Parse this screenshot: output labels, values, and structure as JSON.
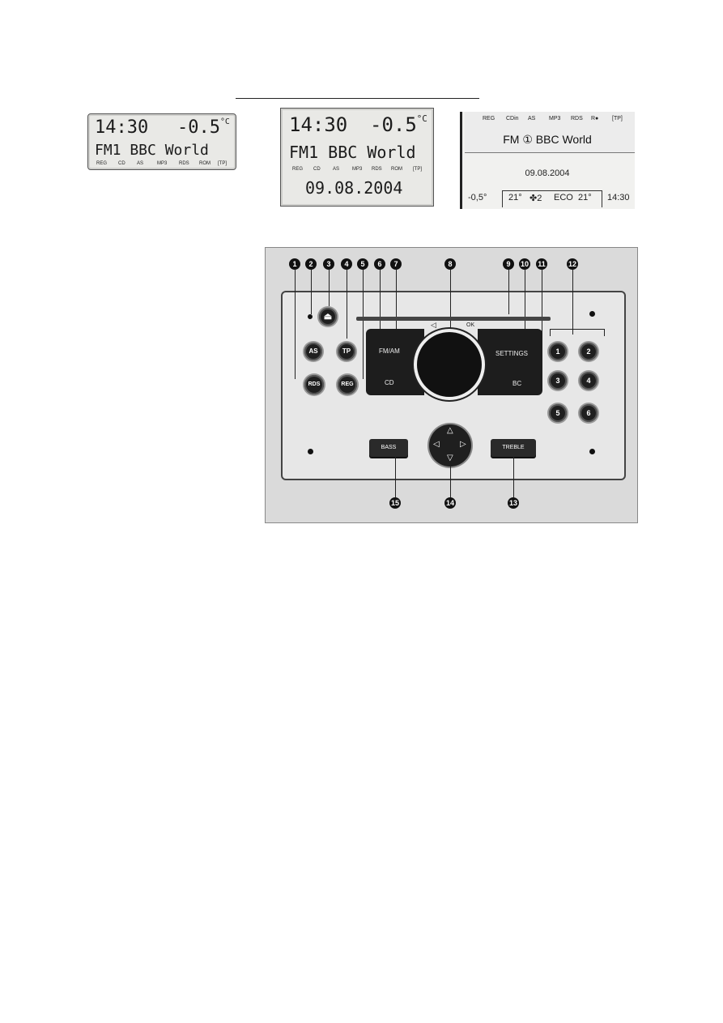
{
  "display1": {
    "time": "14:30",
    "temp": "-0.5",
    "unit": "°C",
    "line2": "FM1 BBC World",
    "indicators": [
      "REG",
      "CD",
      "AS",
      "MP3",
      "RDS",
      "ROM",
      "[TP]"
    ]
  },
  "display2": {
    "time": "14:30",
    "temp": "-0.5",
    "unit": "°C",
    "line2": "FM1 BBC World",
    "indicators": [
      "REG",
      "CD",
      "AS",
      "MP3",
      "RDS",
      "ROM",
      "[TP]"
    ],
    "date": "09.08.2004"
  },
  "display3": {
    "indicators": [
      "REG",
      "CDin",
      "AS",
      "MP3",
      "RDS",
      "R●",
      "[TP]"
    ],
    "station": "FM ① BBC World",
    "date": "09.08.2004",
    "bottom": [
      "-0,5°",
      "21°",
      "✤2",
      "ECO",
      "21°",
      "14:30"
    ]
  },
  "radio": {
    "callouts": [
      "1",
      "2",
      "3",
      "4",
      "5",
      "6",
      "7",
      "8",
      "9",
      "10",
      "11",
      "12",
      "13",
      "14",
      "15"
    ],
    "buttons": {
      "as": "AS",
      "tp": "TP",
      "rds": "RDS",
      "reg": "REG",
      "fmam": "FM/AM",
      "cd": "CD",
      "settings": "SETTINGS",
      "bc": "BC",
      "bass": "BASS",
      "treble": "TREBLE"
    },
    "presets": [
      "1",
      "2",
      "3",
      "4",
      "5",
      "6"
    ],
    "knob_labels": {
      "vol": "◁",
      "ok": "OK"
    }
  }
}
